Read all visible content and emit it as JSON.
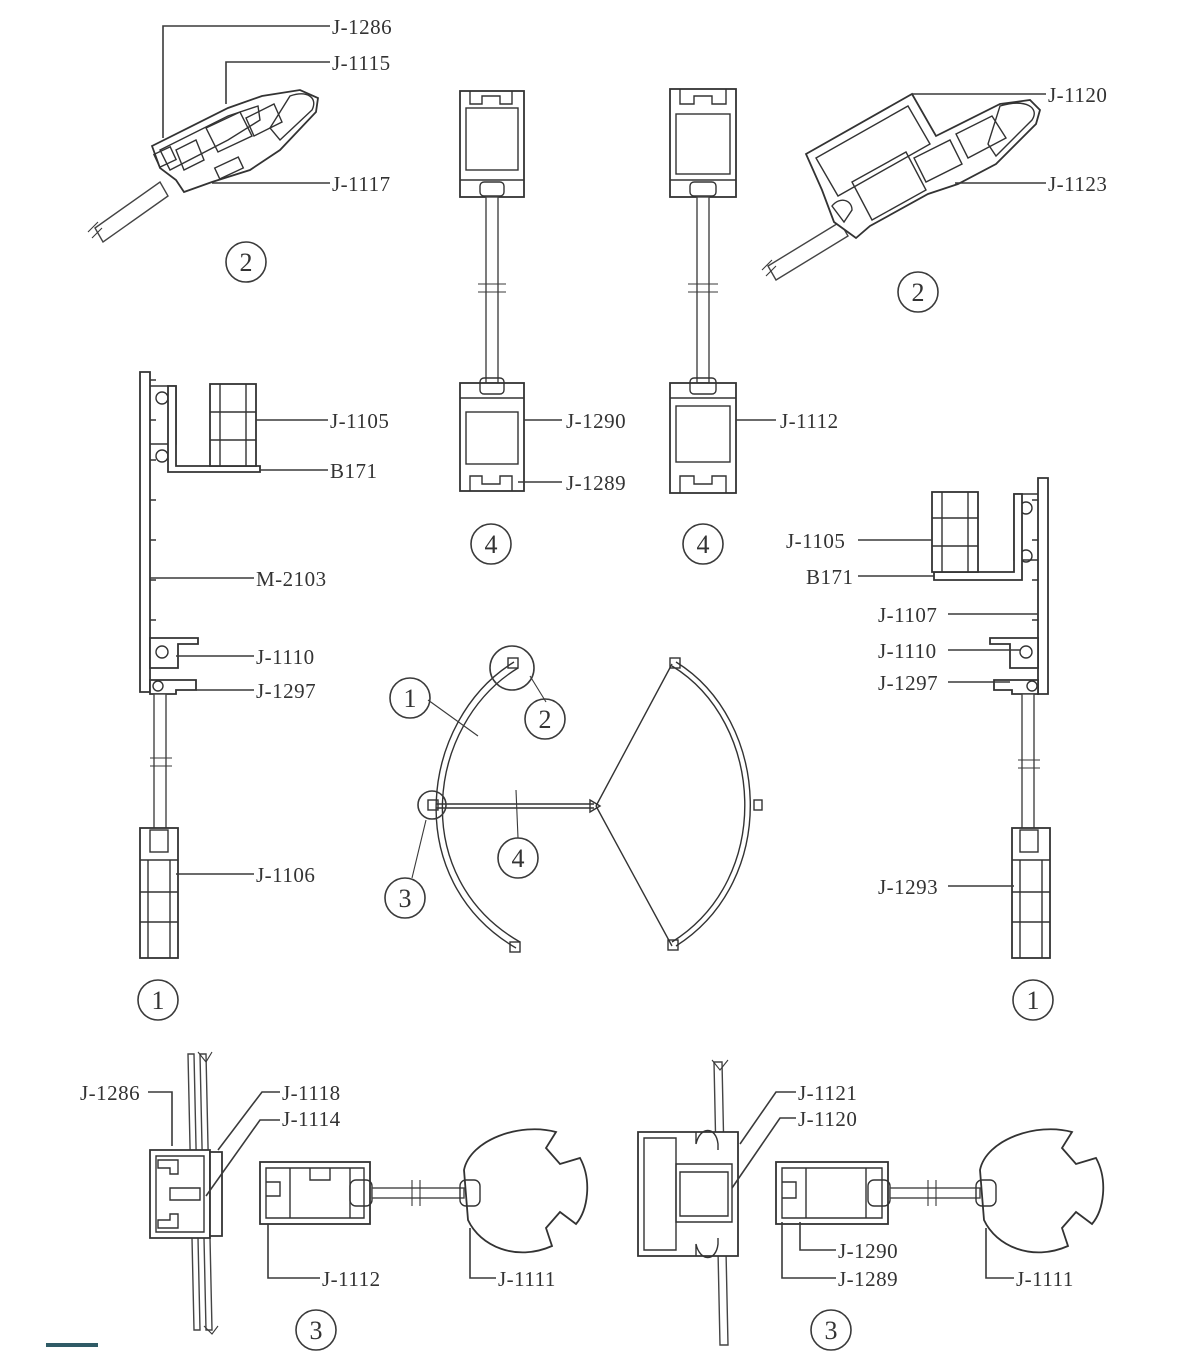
{
  "colors": {
    "line": "#333333",
    "accent_bar": "#2f5b66",
    "background": "#ffffff"
  },
  "callouts": {
    "tl_1286": "J-1286",
    "tl_1115": "J-1115",
    "tl_1117": "J-1117",
    "tr_1120": "J-1120",
    "tr_1123": "J-1123",
    "m1_1290": "J-1290",
    "m1_1289": "J-1289",
    "m2_1112": "J-1112",
    "l_1105": "J-1105",
    "l_b171": "B171",
    "l_m2103": "M-2103",
    "l_1110": "J-1110",
    "l_1297": "J-1297",
    "l_1106": "J-1106",
    "r_1105": "J-1105",
    "r_b171": "B171",
    "r_1107": "J-1107",
    "r_1110": "J-1110",
    "r_1297": "J-1297",
    "r_1293": "J-1293",
    "bl_1286": "J-1286",
    "bl_1118": "J-1118",
    "bl_1114": "J-1114",
    "bl_1112": "J-1112",
    "bl_1111": "J-1111",
    "br_1121": "J-1121",
    "br_1120": "J-1120",
    "br_1290": "J-1290",
    "br_1289": "J-1289",
    "br_1111": "J-1111"
  },
  "markers": {
    "tl": "2",
    "tr": "2",
    "m1": "4",
    "m2": "4",
    "left": "1",
    "right": "1",
    "bl": "3",
    "br": "3",
    "plan_1": "1",
    "plan_2": "2",
    "plan_3": "3",
    "plan_4": "4"
  }
}
